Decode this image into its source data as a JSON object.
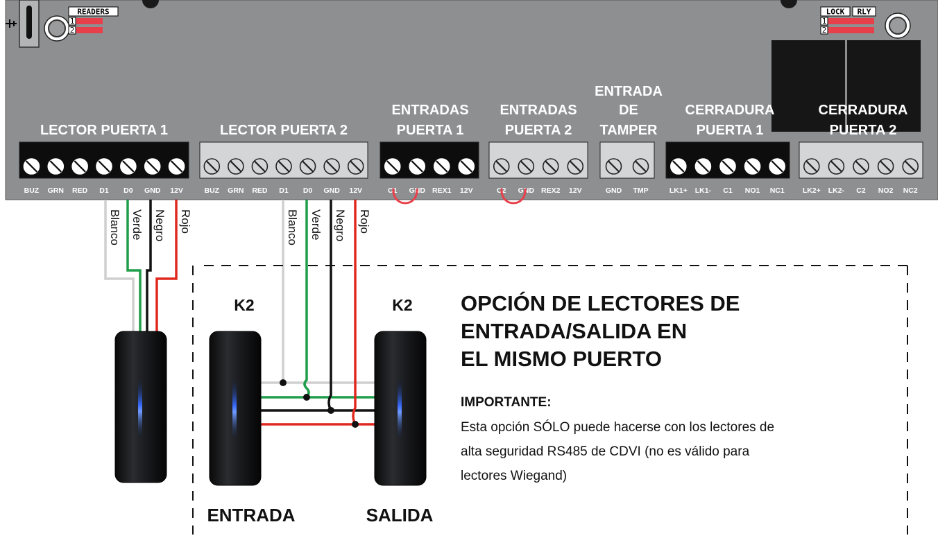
{
  "board": {
    "readers_tag": "READERS",
    "lock_tag": "LOCK",
    "rly_tag": "RLY",
    "jumper_1": "1",
    "jumper_2": "2"
  },
  "blocks": [
    {
      "id": "lector1",
      "header": [
        "LECTOR PUERTA 1"
      ],
      "pins": [
        "BUZ",
        "GRN",
        "RED",
        "D1",
        "D0",
        "GND",
        "12V"
      ],
      "style": "black"
    },
    {
      "id": "lector2",
      "header": [
        "LECTOR PUERTA 2"
      ],
      "pins": [
        "BUZ",
        "GRN",
        "RED",
        "D1",
        "D0",
        "GND",
        "12V"
      ],
      "style": "grey"
    },
    {
      "id": "entradas1",
      "header": [
        "ENTRADAS",
        "PUERTA 1"
      ],
      "pins": [
        "C1",
        "GND",
        "REX1",
        "12V"
      ],
      "style": "black"
    },
    {
      "id": "entradas2",
      "header": [
        "ENTRADAS",
        "PUERTA 2"
      ],
      "pins": [
        "C2",
        "GND",
        "REX2",
        "12V"
      ],
      "style": "grey"
    },
    {
      "id": "tamper",
      "header": [
        "ENTRADA",
        "DE",
        "TAMPER"
      ],
      "pins": [
        "GND",
        "TMP"
      ],
      "style": "grey"
    },
    {
      "id": "cerradura1",
      "header": [
        "CERRADURA",
        "PUERTA 1"
      ],
      "pins": [
        "LK1+",
        "LK1-",
        "C1",
        "NO1",
        "NC1"
      ],
      "style": "black"
    },
    {
      "id": "cerradura2",
      "header": [
        "CERRADURA",
        "PUERTA 2"
      ],
      "pins": [
        "LK2+",
        "LK2-",
        "C2",
        "NO2",
        "NC2"
      ],
      "style": "grey"
    }
  ],
  "wires": {
    "left": [
      "Blanco",
      "Verde",
      "Negro",
      "Rojo"
    ],
    "right": [
      "Blanco",
      "Verde",
      "Negro",
      "Rojo"
    ]
  },
  "colors": {
    "board": "#8d8f91",
    "terminal_black": "#0d0d0d",
    "terminal_grey": "#d4d5d6",
    "wire_white": "#cfcfcf",
    "wire_green": "#1f9e4a",
    "wire_black": "#111111",
    "wire_red": "#e0281e",
    "jumper_red": "#e8404a"
  },
  "readers": {
    "k2_left": "K2",
    "k2_right": "K2",
    "entrada": "ENTRADA",
    "salida": "SALIDA"
  },
  "option": {
    "title": [
      "OPCIÓN DE LECTORES DE",
      "ENTRADA/SALIDA EN",
      "EL MISMO PUERTO"
    ],
    "important": "IMPORTANTE:",
    "note": [
      "Esta opción SÓLO puede hacerse con los lectores de",
      "alta seguridad RS485 de CDVI (no es válido para",
      "lectores Wiegand)"
    ]
  }
}
